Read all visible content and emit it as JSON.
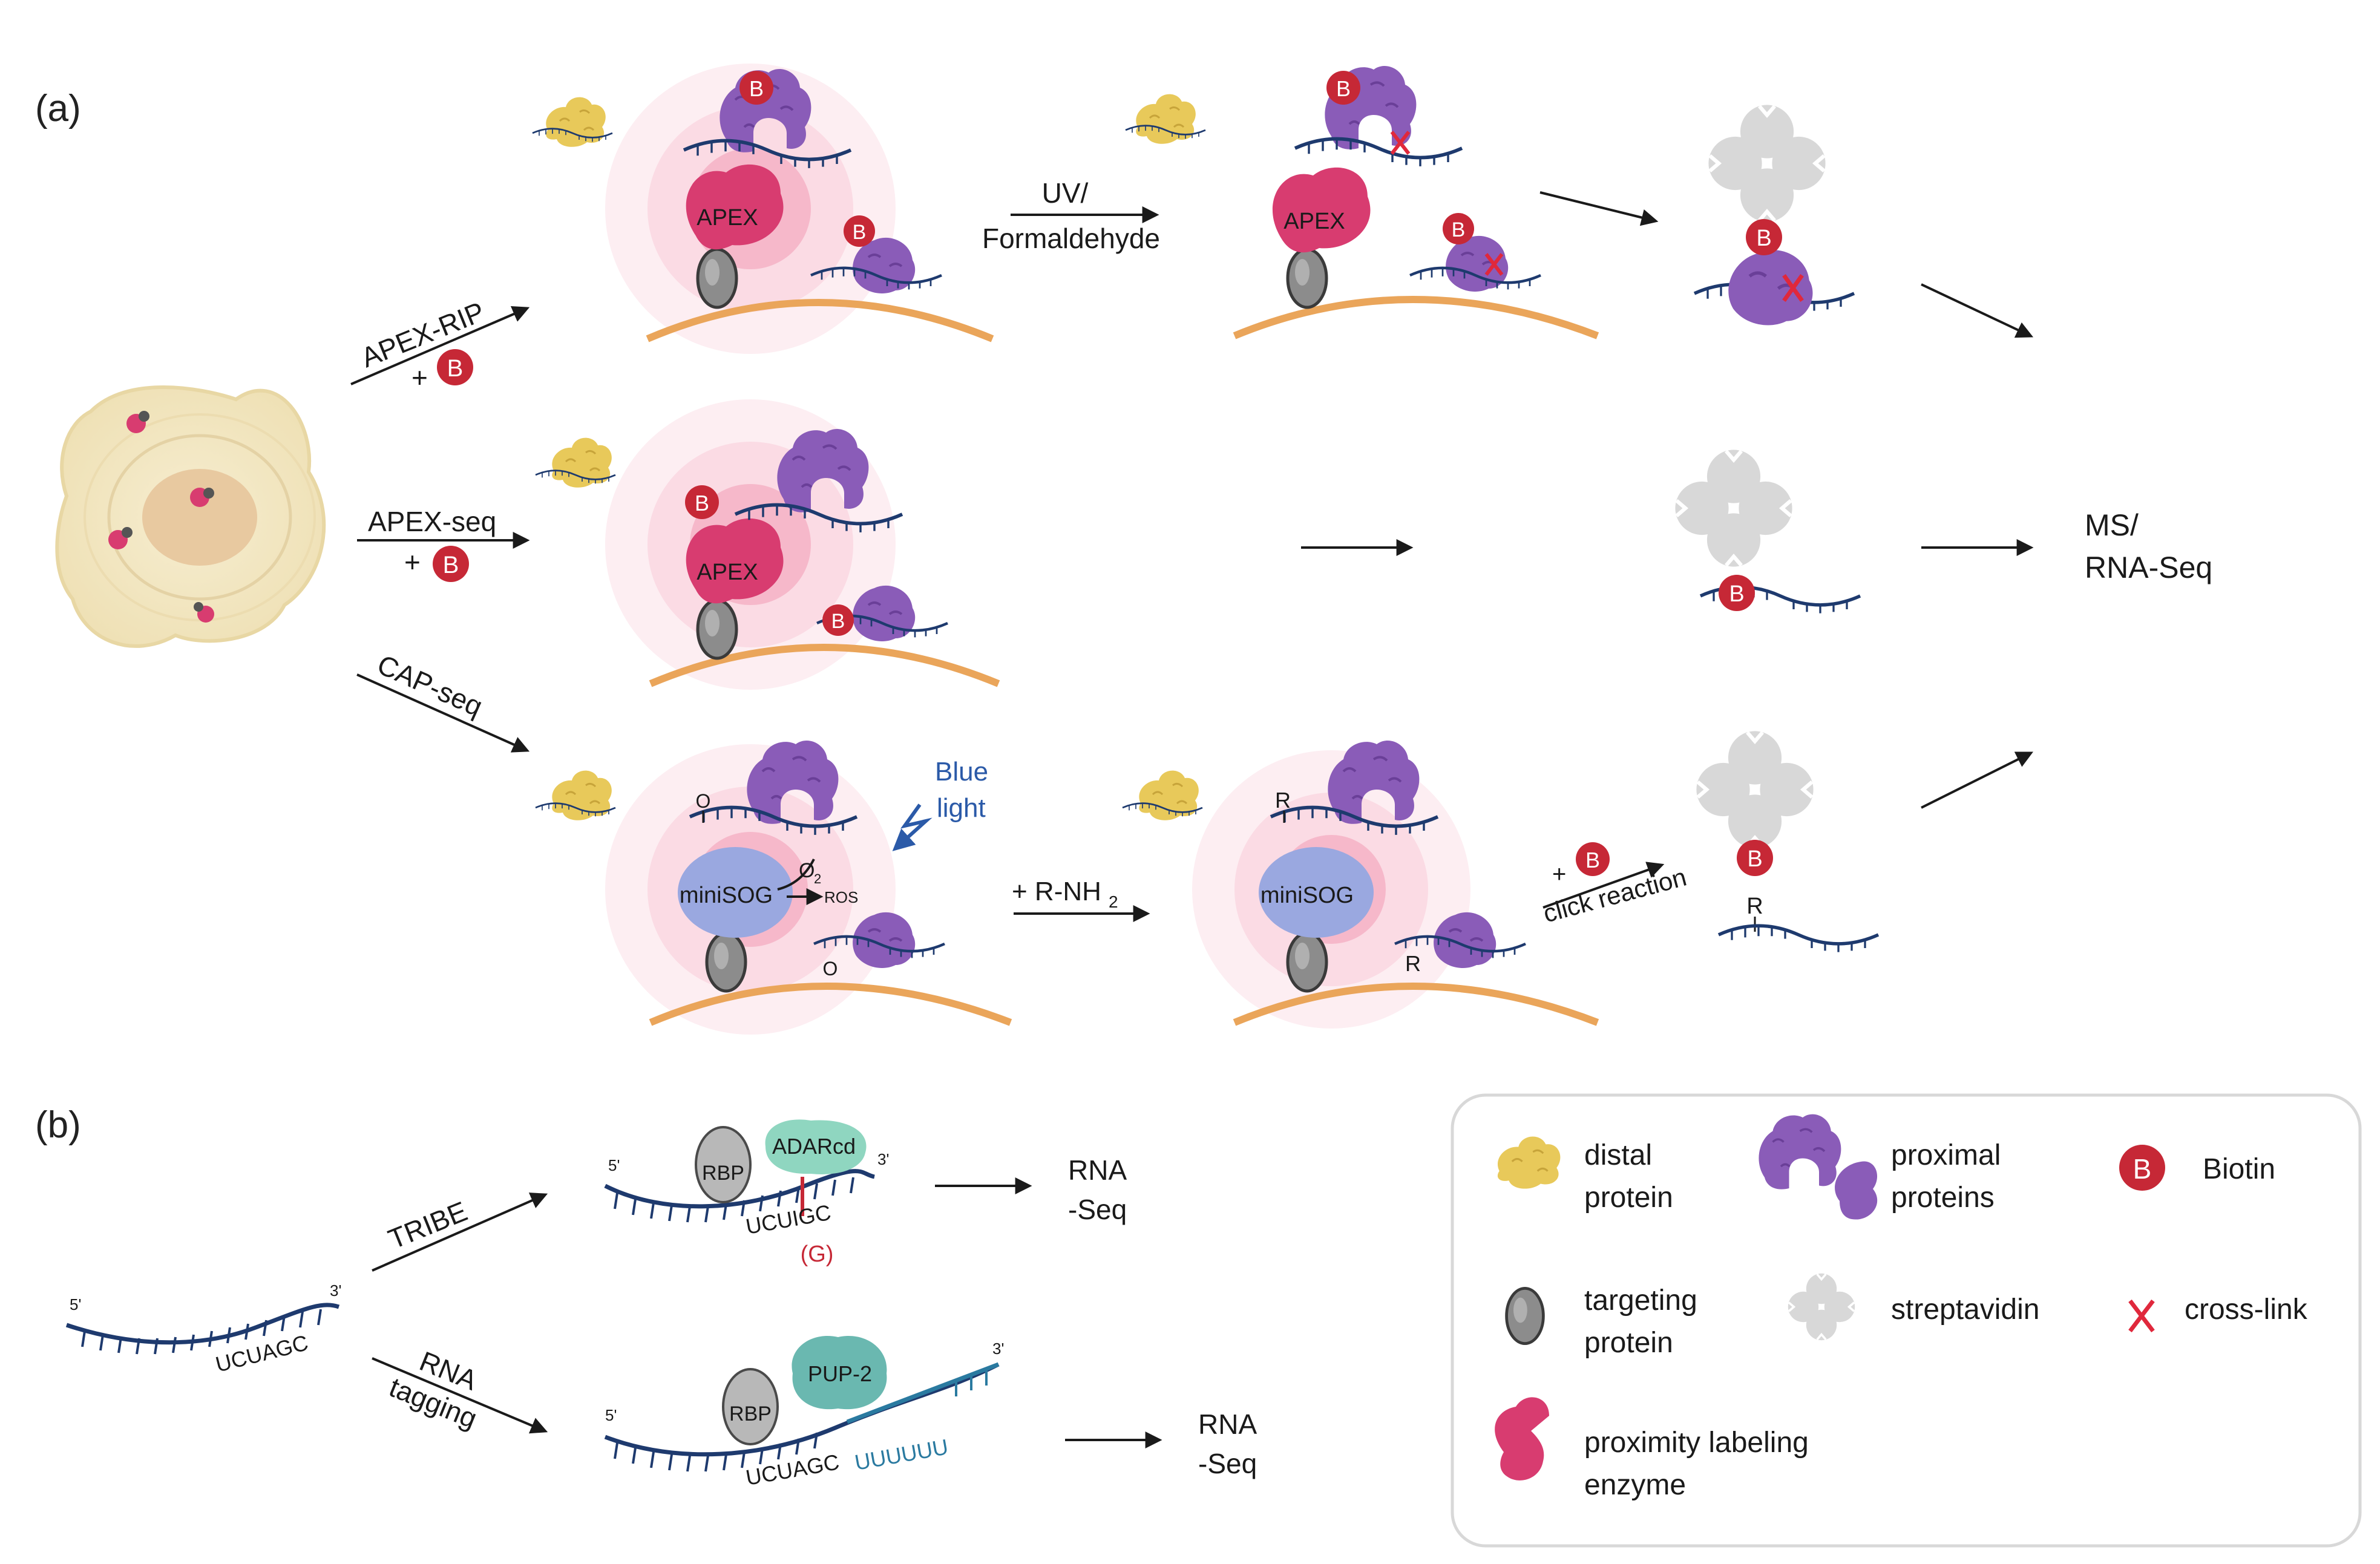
{
  "panel_a_label": "(a)",
  "panel_b_label": "(b)",
  "methods": {
    "apex_rip": "APEX-RIP",
    "apex_seq": "APEX-seq",
    "cap_seq": "CAP-seq",
    "plus": "+",
    "tribe": "TRIBE",
    "rna_tagging_line1": "RNA",
    "rna_tagging_line2": "tagging"
  },
  "enzymes": {
    "apex": "APEX",
    "minisog": "miniSOG",
    "rbp": "RBP",
    "adarcd": "ADARcd",
    "pup2": "PUP-2"
  },
  "steps": {
    "uv_line1": "UV/",
    "uv_line2": "Formaldehyde",
    "blue_light_line1": "Blue",
    "blue_light_line2": "light",
    "o2": "O",
    "o2_sub": "2",
    "ros": "ROS",
    "o_mark": "O",
    "r_nh2": "+ R-NH",
    "r_nh2_sub": "2",
    "click_plus": "+",
    "click_reaction": "click reaction",
    "r_mark": "R"
  },
  "biotin_letter": "B",
  "output": {
    "ms_line1": "MS/",
    "ms_line2": "RNA-Seq",
    "rna_seq_line1": "RNA",
    "rna_seq_line2": "-Seq"
  },
  "rna": {
    "five_prime": "5'",
    "three_prime": "3'",
    "motif": "UCUAGC",
    "edited_motif": "UCUIGC",
    "edit_base": "(G)",
    "tail": "UUUUUU"
  },
  "legend": {
    "distal_protein_line1": "distal",
    "distal_protein_line2": "protein",
    "proximal_proteins_line1": "proximal",
    "proximal_proteins_line2": "proteins",
    "biotin": "Biotin",
    "targeting_protein_line1": "targeting",
    "targeting_protein_line2": "protein",
    "streptavidin": "streptavidin",
    "cross_link": "cross-link",
    "enzyme_line1": "proximity labeling",
    "enzyme_line2": "enzyme"
  },
  "colors": {
    "membrane": "#eaa55a",
    "rna": "#1e3a6e",
    "apex": "#d83c70",
    "minisog": "#9aa8e0",
    "purple_protein": "#8a5cb8",
    "yellow_protein": "#e8c95a",
    "biotin": "#c62836",
    "streptavidin": "#d8d8d8",
    "targeting": "#8c8c8c",
    "blue_text": "#2b5aa8",
    "crosslink": "#e0283c",
    "adar": "#8fd6c0",
    "pup2": "#6ab8b0"
  }
}
